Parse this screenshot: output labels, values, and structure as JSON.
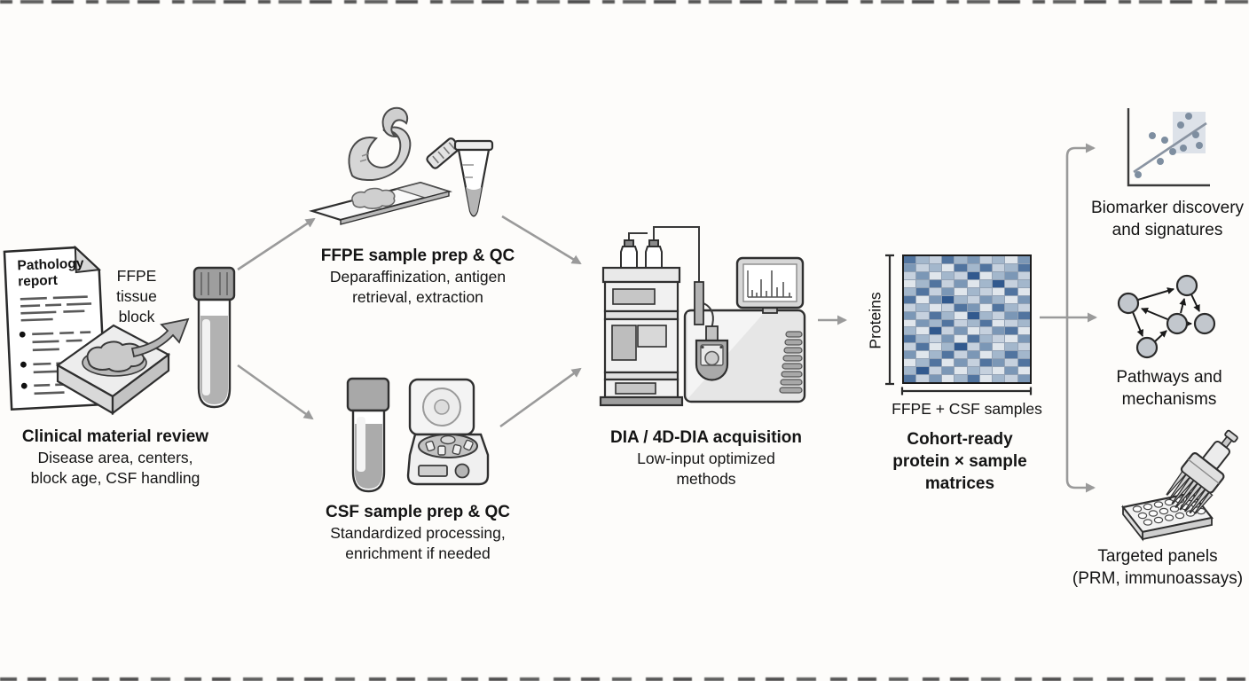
{
  "doc": {
    "title_line1": "Pathology",
    "title_line2": "report"
  },
  "block_label": {
    "line1": "FFPE",
    "line2": "tissue",
    "line3": "block"
  },
  "steps": {
    "clinical": {
      "title": "Clinical material review",
      "desc1": "Disease area, centers,",
      "desc2": "block age, CSF handling"
    },
    "ffpe_prep": {
      "title": "FFPE sample prep & QC",
      "desc1": "Deparaffinization, antigen",
      "desc2": "retrieval, extraction"
    },
    "csf_prep": {
      "title": "CSF sample prep & QC",
      "desc1": "Standardized processing,",
      "desc2": "enrichment if needed"
    },
    "acquisition": {
      "title": "DIA / 4D-DIA acquisition",
      "desc1": "Low-input optimized",
      "desc2": "methods"
    },
    "matrices": {
      "title1": "Cohort-ready",
      "title2": "protein × sample",
      "title3": "matrices"
    }
  },
  "outputs": {
    "biomarker": {
      "line1": "Biomarker discovery",
      "line2": "and signatures"
    },
    "pathways": {
      "line1": "Pathways and",
      "line2": "mechanisms"
    },
    "targeted": {
      "line1": "Targeted panels",
      "line2": "(PRM, immunoassays)"
    }
  },
  "heatmap": {
    "ylabel": "Proteins",
    "xlabel": "FFPE + CSF samples",
    "palette": [
      "#e0e6ec",
      "#c6d1de",
      "#a3b7cc",
      "#7b97b6",
      "#51749f",
      "#31598e"
    ],
    "grid": [
      [
        4,
        2,
        1,
        4,
        2,
        3,
        1,
        2,
        0,
        3
      ],
      [
        3,
        1,
        2,
        0,
        4,
        2,
        4,
        1,
        2,
        4
      ],
      [
        1,
        3,
        0,
        2,
        1,
        5,
        0,
        2,
        3,
        1
      ],
      [
        0,
        2,
        4,
        1,
        3,
        0,
        2,
        5,
        1,
        2
      ],
      [
        2,
        4,
        1,
        3,
        0,
        2,
        1,
        0,
        4,
        0
      ],
      [
        4,
        0,
        3,
        5,
        2,
        1,
        3,
        2,
        0,
        3
      ],
      [
        1,
        2,
        0,
        1,
        4,
        3,
        0,
        4,
        2,
        1
      ],
      [
        3,
        1,
        4,
        2,
        0,
        5,
        2,
        1,
        3,
        4
      ],
      [
        0,
        3,
        2,
        4,
        1,
        2,
        4,
        0,
        1,
        2
      ],
      [
        2,
        0,
        5,
        1,
        3,
        0,
        1,
        3,
        4,
        0
      ],
      [
        4,
        2,
        1,
        3,
        0,
        4,
        2,
        1,
        0,
        3
      ],
      [
        1,
        4,
        0,
        2,
        5,
        1,
        3,
        0,
        2,
        1
      ],
      [
        3,
        0,
        2,
        4,
        1,
        3,
        0,
        2,
        4,
        2
      ],
      [
        0,
        2,
        4,
        0,
        3,
        1,
        4,
        3,
        1,
        4
      ],
      [
        2,
        5,
        1,
        3,
        0,
        2,
        1,
        0,
        3,
        0
      ],
      [
        4,
        1,
        3,
        0,
        2,
        4,
        0,
        2,
        1,
        3
      ]
    ]
  },
  "colors": {
    "arrow": "#9a9a9a",
    "ink": "#141414",
    "edge": "#1a1a1a"
  }
}
